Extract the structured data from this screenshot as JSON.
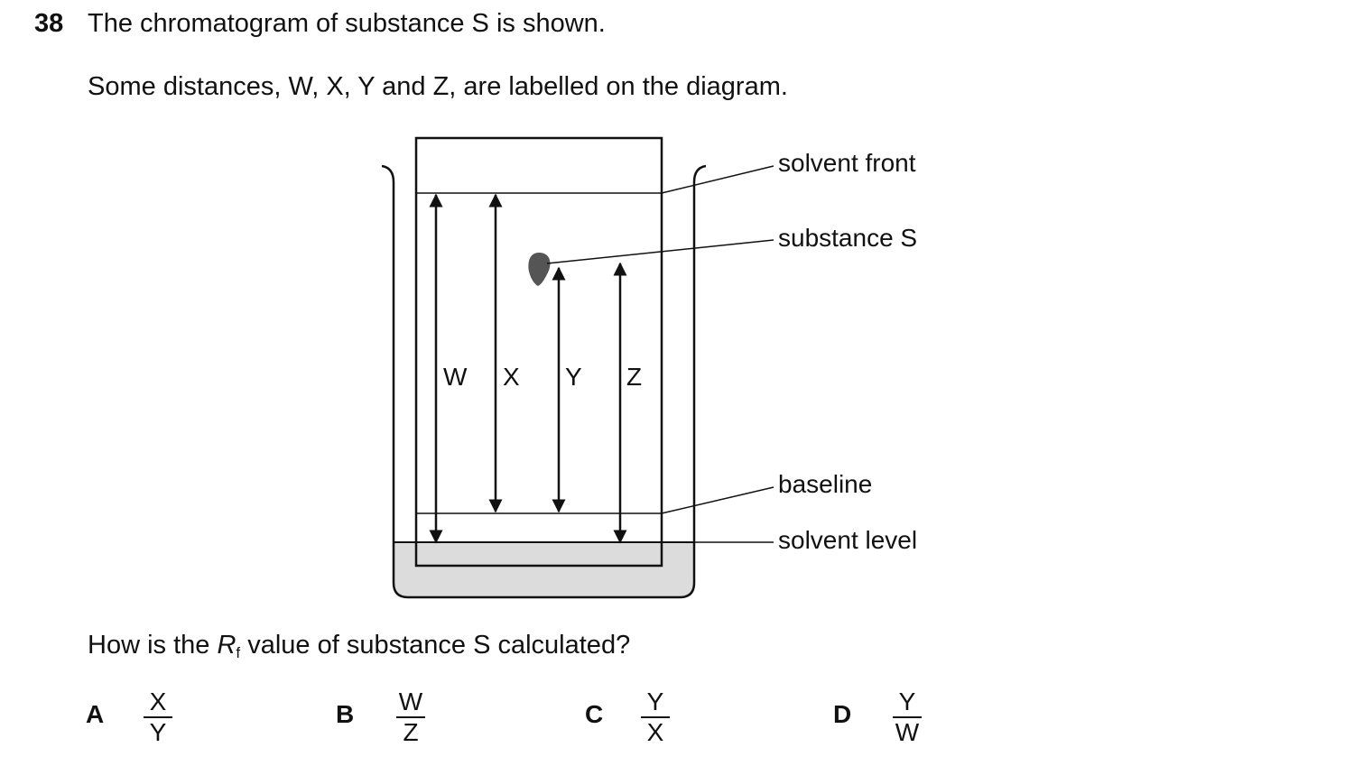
{
  "question": {
    "number": "38",
    "line1": "The chromatogram of substance S is shown.",
    "line2": "Some distances, W, X, Y and Z, are labelled on the diagram.",
    "prompt_before": "How is the ",
    "prompt_symbol": "R",
    "prompt_subscript": "f",
    "prompt_after": " value of substance S calculated?"
  },
  "diagram": {
    "labels": {
      "solvent_front": "solvent front",
      "substance_s": "substance S",
      "baseline": "baseline",
      "solvent_level": "solvent level"
    },
    "distances": {
      "w": "W",
      "x": "X",
      "y": "Y",
      "z": "Z"
    },
    "colors": {
      "solvent": "#dcdcdc",
      "spot": "#555555",
      "line": "#111111"
    }
  },
  "options": [
    {
      "letter": "A",
      "numerator": "X",
      "denominator": "Y"
    },
    {
      "letter": "B",
      "numerator": "W",
      "denominator": "Z"
    },
    {
      "letter": "C",
      "numerator": "Y",
      "denominator": "X"
    },
    {
      "letter": "D",
      "numerator": "Y",
      "denominator": "W"
    }
  ]
}
